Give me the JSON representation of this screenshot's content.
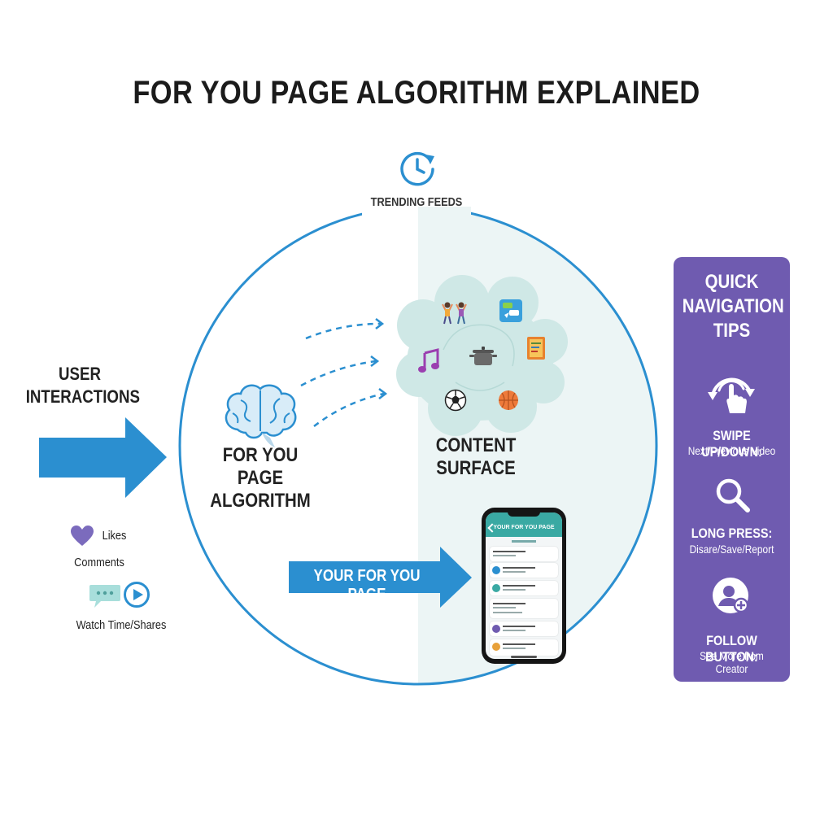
{
  "title": "FOR YOU PAGE ALGORITHM EXPLAINED",
  "trending": {
    "label": "TRENDING FEEDS",
    "icon": "clock-refresh-icon"
  },
  "inputs": {
    "label_line1": "USER",
    "label_line2": "INTERACTIONS",
    "likes": "Likes",
    "comments": "Comments",
    "watch_time": "Watch Time/Shares"
  },
  "algorithm": {
    "label_line1": "FOR YOU PAGE",
    "label_line2": "ALGORITHM",
    "icon": "brain-icon"
  },
  "content": {
    "label_line1": "CONTENT",
    "label_line2": "SURFACE",
    "icons": [
      "dancers-icon",
      "chat-app-icon",
      "music-note-icon",
      "cooking-pot-icon",
      "book-icon",
      "soccer-ball-icon",
      "basketball-icon"
    ]
  },
  "output": {
    "label": "YOUR FOR YOU PAGE",
    "phone_title": "YOUR FOR YOU PAGE"
  },
  "tips": {
    "title_line1": "QUICK",
    "title_line2": "NAVIGATION",
    "title_line3": "TIPS",
    "items": [
      {
        "head": "SWIPE UP/DOWN:",
        "desc": "Next/Previous Video",
        "icon": "swipe-hand-icon"
      },
      {
        "head": "LONG PRESS:",
        "desc": "Disare/Save/Report",
        "icon": "magnifier-icon"
      },
      {
        "head": "FOLLOW BUTTON:",
        "desc": "See More from Creator",
        "icon": "add-user-icon"
      }
    ]
  },
  "colors": {
    "blue": "#2b8fd0",
    "purple": "#6f5bb0",
    "teal": "#3aa9a3",
    "heart": "#7b6bbd"
  }
}
